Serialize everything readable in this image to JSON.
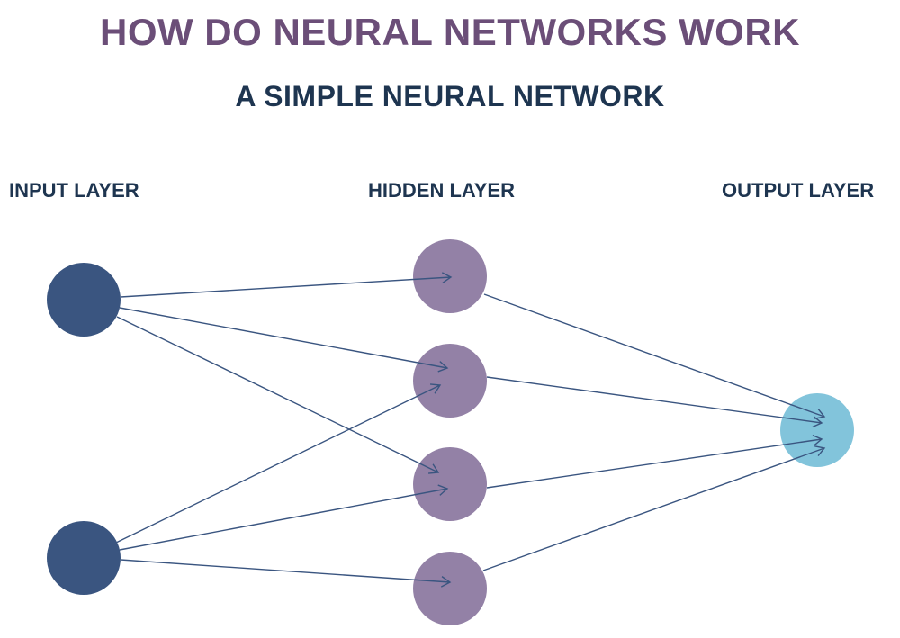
{
  "title": "HOW DO NEURAL NETWORKS WORK",
  "subtitle": "A SIMPLE NEURAL NETWORK",
  "layers": [
    {
      "id": "input",
      "label": "INPUT LAYER",
      "node_count": 2,
      "color": "#3a5580"
    },
    {
      "id": "hidden",
      "label": "HIDDEN LAYER",
      "node_count": 4,
      "color": "#9381a6"
    },
    {
      "id": "output",
      "label": "OUTPUT LAYER",
      "node_count": 1,
      "color": "#82c4db"
    }
  ],
  "connections": [
    {
      "from": "input-1",
      "to": "hidden-1"
    },
    {
      "from": "input-1",
      "to": "hidden-2"
    },
    {
      "from": "input-1",
      "to": "hidden-3"
    },
    {
      "from": "input-2",
      "to": "hidden-2"
    },
    {
      "from": "input-2",
      "to": "hidden-3"
    },
    {
      "from": "input-2",
      "to": "hidden-4"
    },
    {
      "from": "hidden-1",
      "to": "output-1"
    },
    {
      "from": "hidden-2",
      "to": "output-1"
    },
    {
      "from": "hidden-3",
      "to": "output-1"
    },
    {
      "from": "hidden-4",
      "to": "output-1"
    }
  ],
  "edge_color": "#3a5580"
}
